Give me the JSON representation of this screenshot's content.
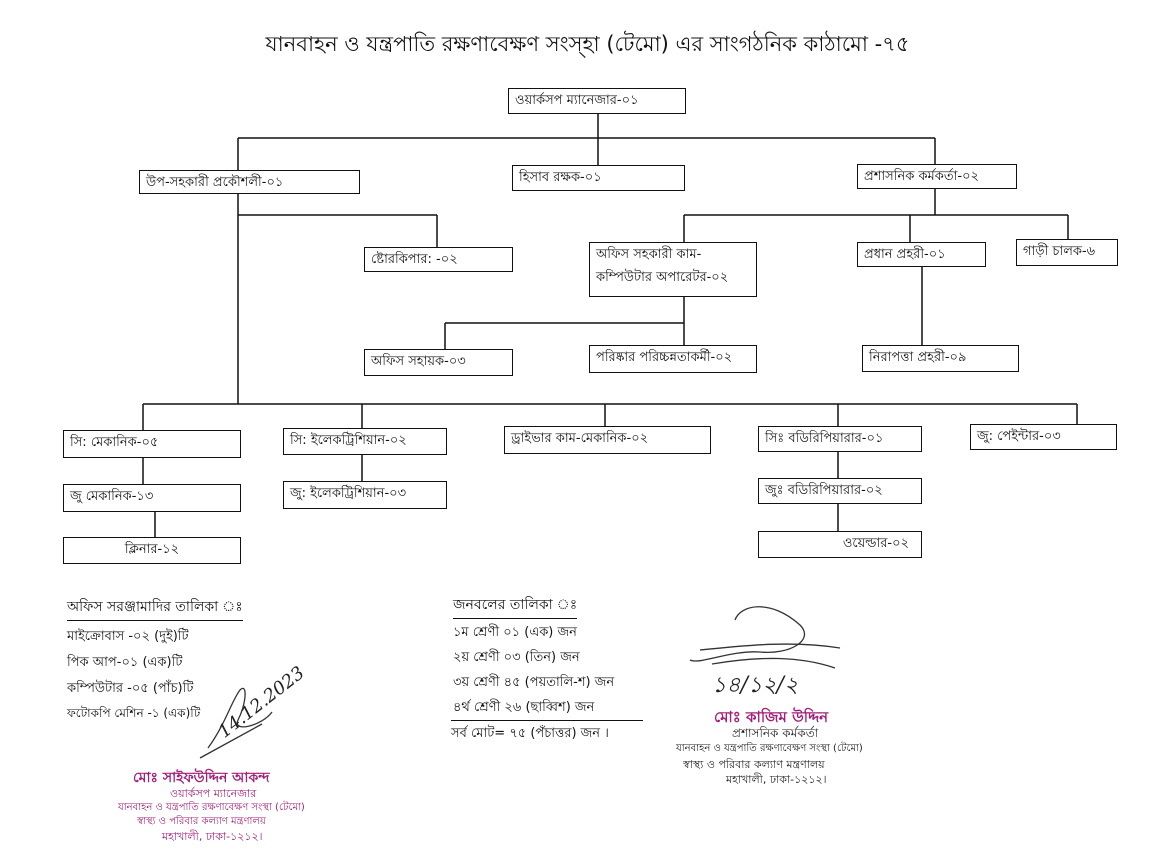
{
  "title": "যানবাহন ও যন্ত্রপাতি রক্ষণাবেক্ষণ সংস্হা (টেমো) এর সাংগঠনিক কাঠামো -৭৫",
  "org": {
    "workshop_manager": "ওয়ার্কসপ ম্যানেজার-০১",
    "sub_asst_engineer": "উপ-সহকারী প্রকৌশলী-০১",
    "accountant": "হিসাব রক্ষক-০১",
    "admin_officer": "প্রশাসনিক কর্মকর্তা-০২",
    "storekeeper": "ষ্টোরকিপার: -০২",
    "office_asst_computer_line1": "অফিস সহকারী কাম-",
    "office_asst_computer_line2": "কম্পিউটার অপারেটর-০২",
    "head_guard": "প্রধান প্রহরী-০১",
    "driver": "গাড়ী চালক-৬",
    "office_helper": "অফিস সহায়ক-০৩",
    "cleaner_staff": "পরিষ্কার পরিচ্চন্নতাকর্মী-০২",
    "security_guard": "নিরাপত্তা প্রহরী-০৯",
    "sr_mechanic": "সি: মেকানিক-০৫",
    "sr_electrician": "সি: ইলেকট্রিশিয়ান-০২",
    "driver_mechanic": "ড্রাইভার কাম-মেকানিক-০২",
    "sr_body_repairer": "সিঃ বডিরিপিয়ারার-০১",
    "jr_painter": "জু: পেইন্টার-০৩",
    "jr_mechanic": "জু মেকানিক-১৩",
    "jr_electrician": "জু: ইলেকট্রিশিয়ান-০৩",
    "jr_body_repairer": "জুঃ বডিরিপিয়ারার-০২",
    "cleaner": "ক্লিনার-১২",
    "welder": "ওয়েল্ডার-০২"
  },
  "equipment": {
    "heading": "অফিস সরঞ্জামাদির তালিকা ঃ",
    "items": [
      "মাইক্রোবাস -০২ (দুই)টি",
      "পিক আপ-০১ (এক)টি",
      "কম্পিউটার -০৫ (পাঁচ)টি",
      "ফটোকপি মেশিন -১ (এক)টি"
    ]
  },
  "manpower": {
    "heading": "জনবলের তালিকা ঃ",
    "items": [
      "১ম শ্রেণী ০১ (এক) জন",
      "২য় শ্রেণী ০৩ (তিন) জন",
      "৩য় শ্রেণী ৪৫ (পয়তালি-শ) জন",
      "৪র্থ শ্রেণী ২৬ (ছাব্বিশ) জন"
    ],
    "total": "সর্ব মোট= ৭৫ (পঁচাত্তর) জন ।"
  },
  "signature_left": {
    "date": "14.12.2023",
    "name": "মোঃ সাইফউদ্দিন আকন্দ",
    "designation": "ওয়ার্কসপ ম্যানেজার",
    "org": "যানবাহন ও যন্ত্রপাতি রক্ষণাবেক্ষণ সংস্থা (টেমো)",
    "ministry": "স্বাস্থ্য ও পরিবার কল্যাণ মন্ত্রণালয়",
    "address": "মহাখালী, ঢাকা-১২১২।"
  },
  "signature_right": {
    "date": "১৪/১২/২",
    "name": "মোঃ কাজিম উদ্দিন",
    "designation": "প্রশাসনিক কর্মকর্তা",
    "org": "যানবাহন ও যন্ত্রপাতি রক্ষণাবেক্ষণ সংস্থা (টেমো)",
    "ministry": "স্বাস্থ্য ও পরিবার কল্যাণ মন্ত্রণালয়",
    "address": "মহাখালী, ঢাকা-১২১২।"
  }
}
